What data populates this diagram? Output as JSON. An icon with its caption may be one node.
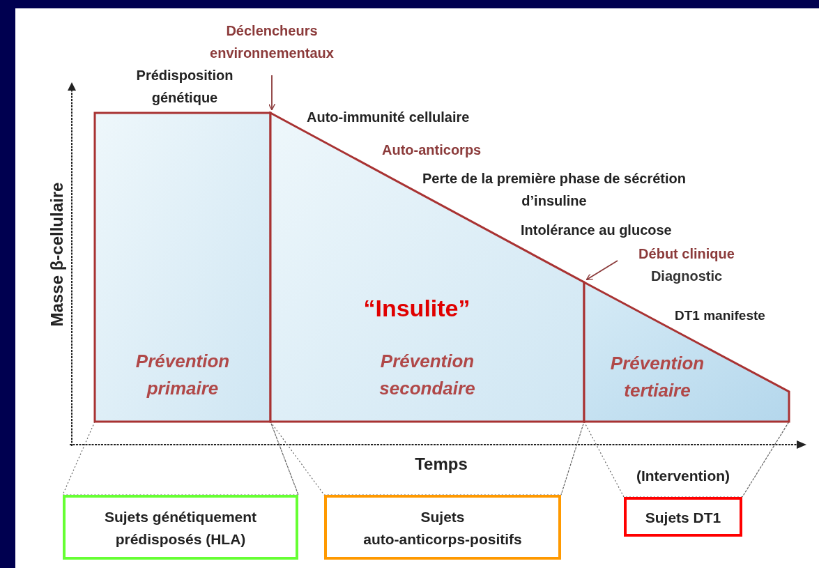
{
  "diagram": {
    "nodes": [
      {
        "text": [
          "Prévention primaire"
        ]
      },
      {
        "text": [
          "“Insulite”",
          "Prévention secondaire"
        ]
      },
      {
        "text": [
          "Prévention tertiaire"
        ]
      },
      {
        "text": [
          "Déclencheurs environnementaux"
        ]
      },
      {
        "text": [
          "Début clinique",
          "Diagnostic"
        ]
      },
      {
        "text": [
          "Sujets génétiquement prédisposés (HLA)"
        ]
      },
      {
        "text": [
          "Sujets auto-anticorps-positifs"
        ]
      },
      {
        "text": [
          "Sujets DT1"
        ]
      }
    ],
    "edges": [
      {
        "from": 3,
        "to": 0,
        "arrow": "to",
        "color": "#8b3a3a"
      },
      {
        "from": 4,
        "to": 2,
        "arrow": "to",
        "color": "#8b3a3a"
      },
      {
        "from": 0,
        "to": 5,
        "arrow": "none",
        "style": "dashed"
      },
      {
        "from": 1,
        "to": 6,
        "arrow": "none",
        "style": "dashed"
      },
      {
        "from": 2,
        "to": 7,
        "arrow": "none",
        "style": "dashed"
      }
    ],
    "labels": [
      "Prédisposition génétique",
      "Auto-immunité cellulaire",
      "Auto-anticorps",
      "Perte de la première phase de sécrétion d’insuline",
      "Intolérance au glucose",
      "DT1 manifeste",
      "Masse β-cellulaire",
      "Temps",
      "(Intervention)"
    ]
  }
}
